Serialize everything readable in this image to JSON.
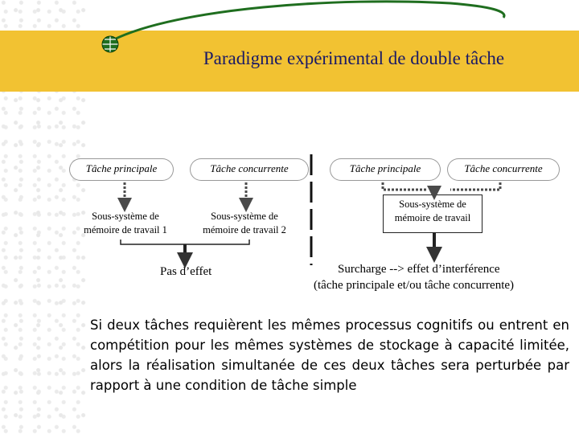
{
  "title": "Paradigme expérimental de double tâche",
  "colors": {
    "banner": "#f2c232",
    "title": "#1a1a66",
    "swoosh": "#1f6e1f",
    "arrow": "#4a4a4a"
  },
  "left": {
    "task_principal": "Tâche principale",
    "task_concurrent": "Tâche concurrente",
    "sub1_line1": "Sous-système de",
    "sub1_line2": "mémoire de travail 1",
    "sub2_line1": "Sous-système de",
    "sub2_line2": "mémoire de travail 2",
    "result": "Pas d’effet"
  },
  "right": {
    "task_principal": "Tâche principale",
    "task_concurrent": "Tâche concurrente",
    "sub_line1": "Sous-système de",
    "sub_line2": "mémoire de travail",
    "result_line1": "Surcharge --> effet d’interférence",
    "result_line2": "(tâche principale et/ou tâche concurrente)"
  },
  "paragraph": "Si deux tâches requièrent les mêmes processus cognitifs ou entrent en compétition pour les mêmes systèmes de stockage à capacité limitée, alors la réalisation simultanée de ces deux tâches sera perturbée par rapport à une condition de tâche simple"
}
